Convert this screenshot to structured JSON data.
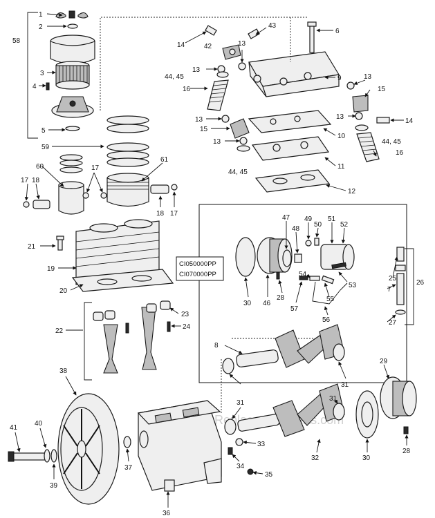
{
  "diagram": {
    "model_codes": [
      "CI050000PP",
      "CI070000PP"
    ],
    "watermark": "eReplacementParts.com",
    "callouts": [
      "1",
      "2",
      "3",
      "4",
      "5",
      "6",
      "7",
      "8",
      "9",
      "10",
      "11",
      "12",
      "13",
      "14",
      "15",
      "16",
      "17",
      "18",
      "19",
      "20",
      "21",
      "22",
      "23",
      "24",
      "25",
      "26",
      "27",
      "28",
      "29",
      "30",
      "31",
      "32",
      "33",
      "34",
      "35",
      "36",
      "37",
      "38",
      "39",
      "40",
      "41",
      "42",
      "43",
      "44, 45",
      "46",
      "47",
      "48",
      "49",
      "50",
      "51",
      "52",
      "53",
      "54",
      "55",
      "56",
      "57",
      "58",
      "59",
      "60",
      "61"
    ]
  }
}
